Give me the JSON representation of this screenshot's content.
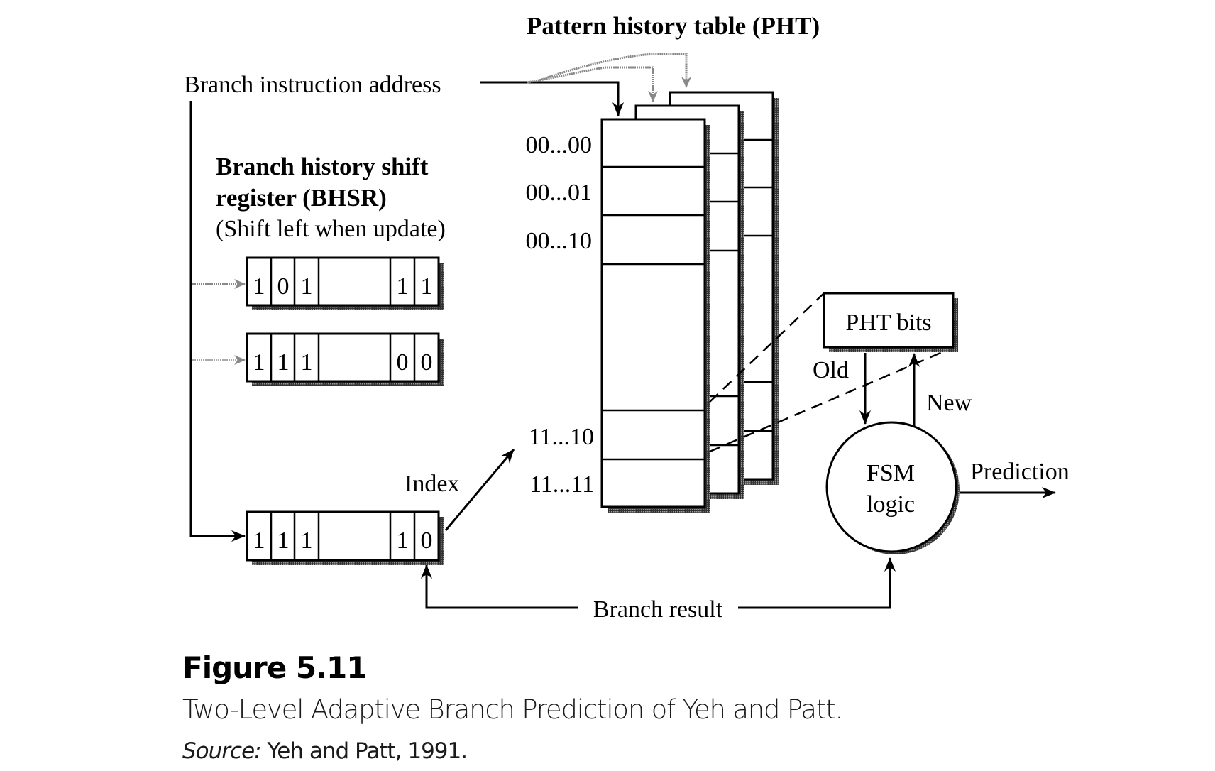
{
  "figure": {
    "title": "Pattern history table (PHT)",
    "input_label": "Branch instruction address",
    "bhsr": {
      "title_line1": "Branch history shift",
      "title_line2": "register (BHSR)",
      "subtitle": "(Shift left when update)",
      "registers": [
        {
          "bits_left": [
            "1",
            "0",
            "1"
          ],
          "bits_right": [
            "1",
            "1"
          ],
          "style": "faded-input"
        },
        {
          "bits_left": [
            "1",
            "1",
            "1"
          ],
          "bits_right": [
            "0",
            "0"
          ],
          "style": "faded-input"
        },
        {
          "bits_left": [
            "1",
            "1",
            "1"
          ],
          "bits_right": [
            "1",
            "0"
          ],
          "style": "active"
        }
      ]
    },
    "index_label": "Index",
    "pht_rows": [
      "00...00",
      "00...01",
      "00...10",
      "11...10",
      "11...11"
    ],
    "pht_bits_label": "PHT bits",
    "old_label": "Old",
    "new_label": "New",
    "fsm_line1": "FSM",
    "fsm_line2": "logic",
    "prediction_label": "Prediction",
    "branch_result_label": "Branch result"
  },
  "caption": {
    "figure_number": "Figure 5.11",
    "text": "Two-Level Adaptive Branch Prediction of Yeh and Patt.",
    "source_label": "Source:",
    "source_text": " Yeh and Patt, 1991."
  }
}
